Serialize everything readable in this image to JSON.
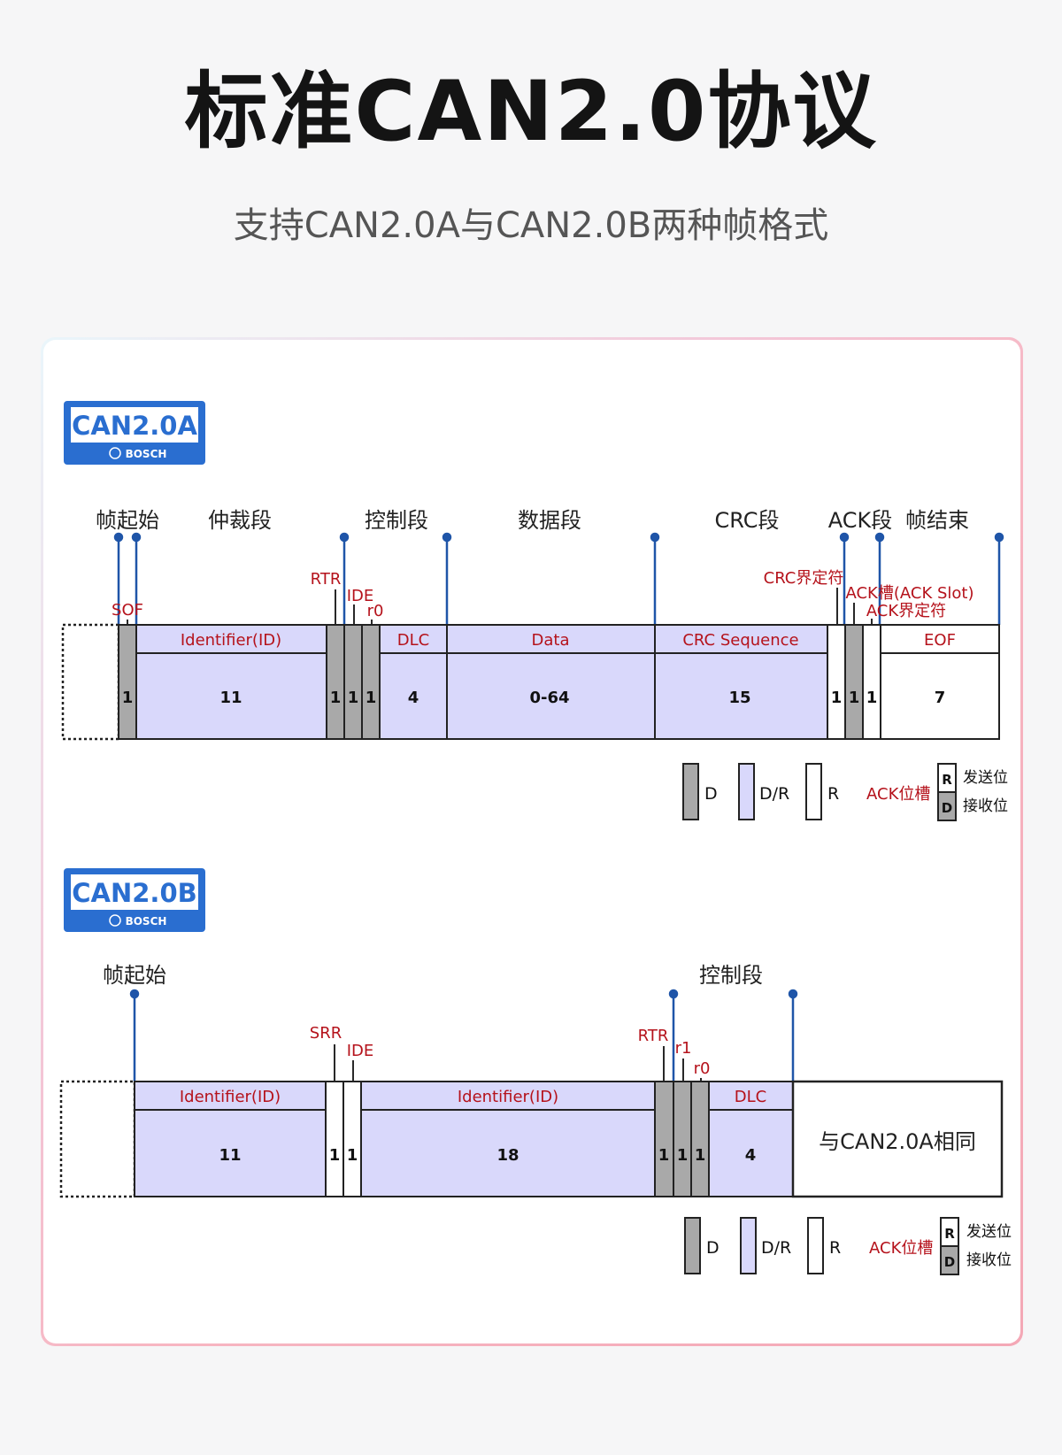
{
  "header": {
    "title": "标准CAN2.0协议",
    "subtitle": "支持CAN2.0A与CAN2.0B两种帧格式"
  },
  "colors": {
    "blue": "#1f55a8",
    "red": "#b5121b",
    "lavender": "#d9d8fb",
    "gray": "#a9a9a9",
    "badge_blue": "#2a6ed0"
  },
  "frameA": {
    "badge": {
      "name": "CAN2.0A",
      "brand": "BOSCH"
    },
    "segments": {
      "sof": "帧起始",
      "arb": "仲裁段",
      "ctrl": "控制段",
      "data": "数据段",
      "crc": "CRC段",
      "ack": "ACK段",
      "eof": "帧结束"
    },
    "bits": {
      "sof": "SOF",
      "rtr": "RTR",
      "ide": "IDE",
      "r0": "r0",
      "crc_delim": "CRC界定符",
      "ack_slot": "ACK槽(ACK Slot)",
      "ack_delim": "ACK界定符"
    },
    "fields": {
      "id": "Identifier(ID)",
      "dlc": "DLC",
      "data": "Data",
      "crc": "CRC Sequence",
      "eof": "EOF"
    },
    "lengths": {
      "sof": "1",
      "id": "11",
      "rtr": "1",
      "ide": "1",
      "r0": "1",
      "dlc": "4",
      "data": "0-64",
      "crc": "15",
      "crc_delim": "1",
      "ack_slot": "1",
      "ack_delim": "1",
      "eof": "7"
    },
    "legend": {
      "d": "D",
      "dr": "D/R",
      "r": "R",
      "ack_slot": "ACK位槽",
      "box_r": "R",
      "box_d": "D",
      "send": "发送位",
      "recv": "接收位"
    }
  },
  "frameB": {
    "badge": {
      "name": "CAN2.0B",
      "brand": "BOSCH"
    },
    "segments": {
      "sof": "帧起始",
      "ctrl": "控制段"
    },
    "bits": {
      "srr": "SRR",
      "ide": "IDE",
      "rtr": "RTR",
      "r1": "r1",
      "r0": "r0"
    },
    "fields": {
      "id1": "Identifier(ID)",
      "id2": "Identifier(ID)",
      "dlc": "DLC",
      "same": "与CAN2.0A相同"
    },
    "lengths": {
      "id1": "11",
      "srr": "1",
      "ide": "1",
      "id2": "18",
      "rtr": "1",
      "r1": "1",
      "r0": "1",
      "dlc": "4"
    },
    "legend": {
      "d": "D",
      "dr": "D/R",
      "r": "R",
      "ack_slot": "ACK位槽",
      "box_r": "R",
      "box_d": "D",
      "send": "发送位",
      "recv": "接收位"
    }
  }
}
